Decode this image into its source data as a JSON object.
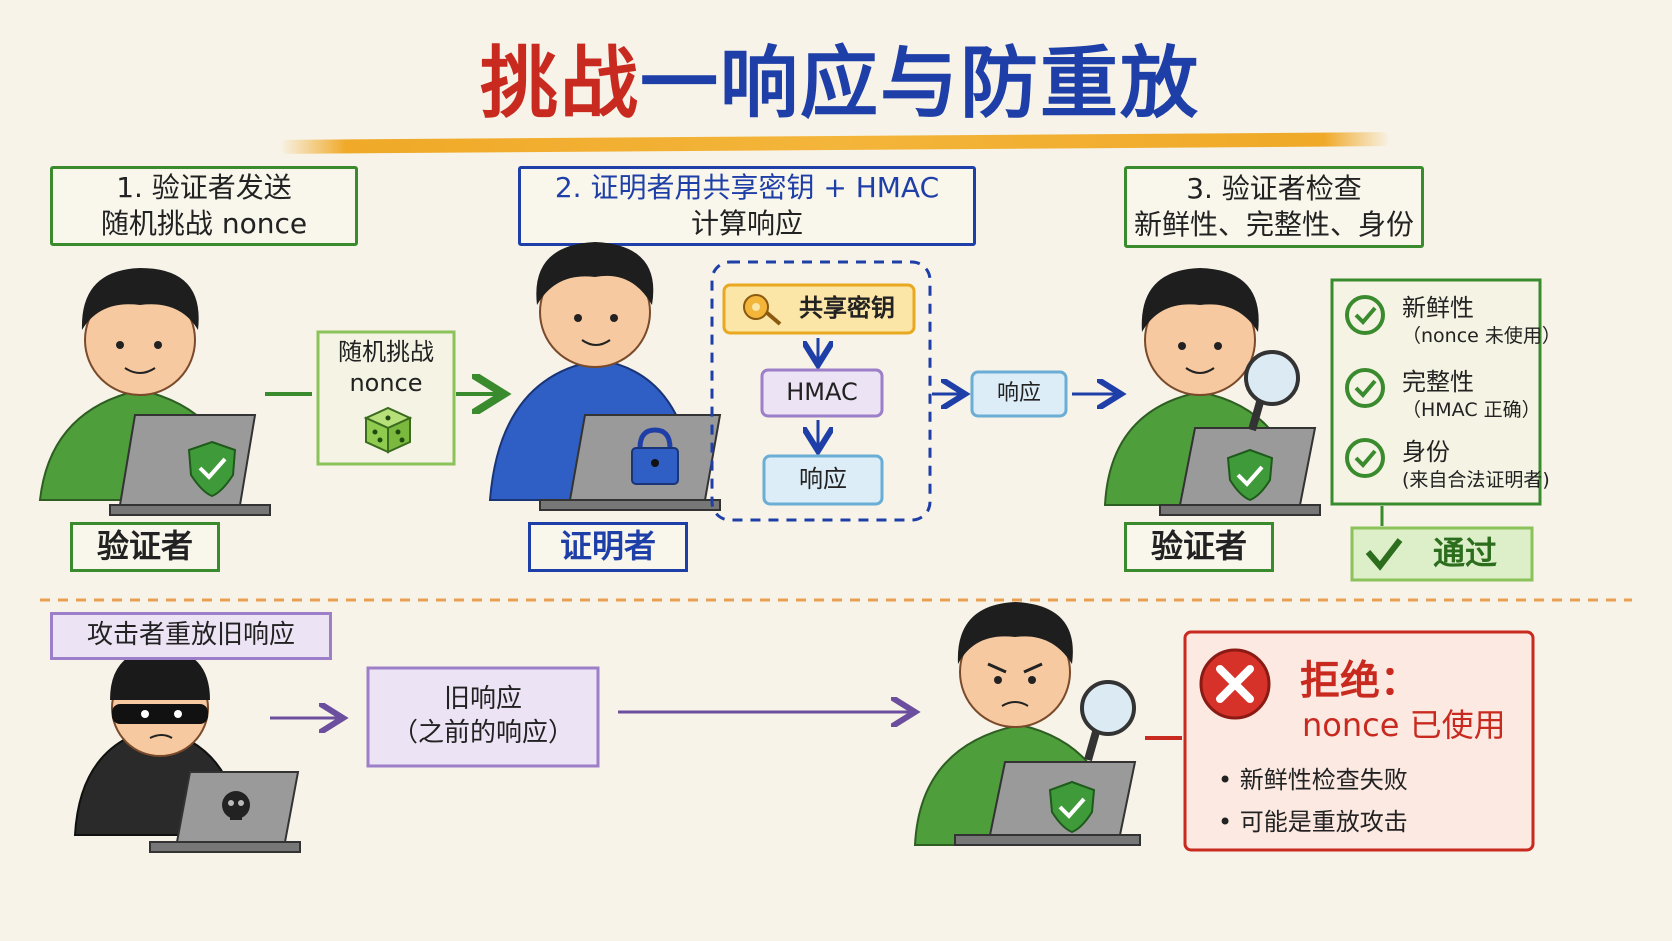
{
  "title": {
    "part1": "挑战",
    "part2": "一响应与防重放"
  },
  "steps": {
    "step1": {
      "line1": "1. 验证者发送",
      "line2": "随机挑战 nonce"
    },
    "step2": {
      "line1": "2. 证明者用共享密钥 + HMAC",
      "line2": "计算响应"
    },
    "step3": {
      "line1": "3. 验证者检查",
      "line2": "新鲜性、完整性、身份"
    }
  },
  "actors": {
    "verifier_label": "验证者",
    "prover_label": "证明者",
    "verifier2_label": "验证者",
    "attacker_label": "攻击者重放旧响应"
  },
  "flow": {
    "challenge": {
      "line1": "随机挑战",
      "line2": "nonce"
    },
    "shared_key": "共享密钥",
    "hmac": "HMAC",
    "response_inner": "响应",
    "response_out": "响应"
  },
  "checks": [
    {
      "main": "新鲜性",
      "sub": "（nonce 未使用）"
    },
    {
      "main": "完整性",
      "sub": "（HMAC 正确）"
    },
    {
      "main": "身份",
      "sub": "(来自合法证明者)"
    }
  ],
  "pass_label": "通过",
  "replay": {
    "line1": "旧响应",
    "line2": "（之前的响应）"
  },
  "reject": {
    "title": "拒绝：",
    "subtitle": "nonce 已使用",
    "bullets": [
      "• 新鲜性检查失败",
      "• 可能是重放攻击"
    ]
  },
  "colors": {
    "green": "#3a8a2e",
    "blue": "#1f3fa8",
    "red": "#c92a1f",
    "purple": "#6b4f9e",
    "orange": "#f0a928",
    "light_blue": "#4a90c8"
  },
  "icons": [
    "shield-check-icon",
    "lock-icon",
    "dice-icon",
    "key-icon",
    "magnifier-icon",
    "skull-icon",
    "check-icon",
    "cross-icon"
  ]
}
